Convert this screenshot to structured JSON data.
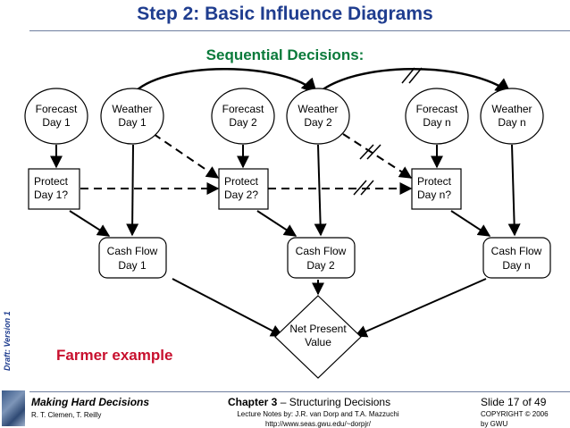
{
  "slide_title": "Step 2: Basic Influence Diagrams",
  "subtitle": "Sequential Decisions:",
  "side_label": "Draft: Version 1",
  "example_label": "Farmer example",
  "nodes": {
    "forecast_1": [
      "Forecast",
      "Day 1"
    ],
    "weather_1": [
      "Weather",
      "Day 1"
    ],
    "forecast_2": [
      "Forecast",
      "Day 2"
    ],
    "weather_2": [
      "Weather",
      "Day 2"
    ],
    "forecast_n": [
      "Forecast",
      "Day n"
    ],
    "weather_n": [
      "Weather",
      "Day n"
    ],
    "protect_1": [
      "Protect",
      "Day 1?"
    ],
    "protect_2": [
      "Protect",
      "Day 2?"
    ],
    "protect_n": [
      "Protect",
      "Day n?"
    ],
    "cash_1": [
      "Cash Flow",
      "Day 1"
    ],
    "cash_2": [
      "Cash Flow",
      "Day 2"
    ],
    "cash_n": [
      "Cash Flow",
      "Day n"
    ],
    "npv": [
      "Net Present",
      "Value"
    ]
  },
  "footer": {
    "book": "Making Hard Decisions",
    "authors": "R. T. Clemen, T. Reilly",
    "chapter_bold": "Chapter 3",
    "chapter_rest": " – Structuring Decisions",
    "notes": "Lecture Notes by: J.R. van Dorp and T.A. Mazzuchi",
    "url": "http://www.seas.gwu.edu/~dorpjr/",
    "slide": "Slide 17 of 49",
    "copyright": "COPYRIGHT © 2006",
    "by": "by GWU"
  },
  "colors": {
    "title": "#1f3d8f",
    "subtitle": "#0b7a3b",
    "example": "#c8102e"
  }
}
